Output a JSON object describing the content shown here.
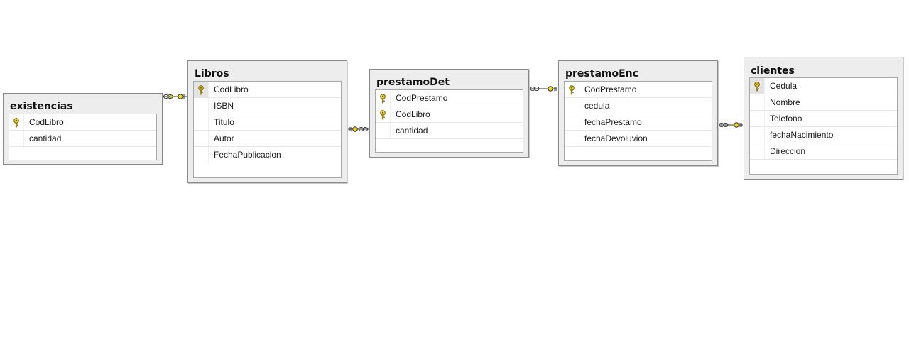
{
  "tables": {
    "existencias": {
      "title": "existencias",
      "columns": [
        {
          "name": "CodLibro",
          "key": true
        },
        {
          "name": "cantidad",
          "key": false
        }
      ]
    },
    "libros": {
      "title": "Libros",
      "columns": [
        {
          "name": "CodLibro",
          "key": true
        },
        {
          "name": "ISBN",
          "key": false
        },
        {
          "name": "Titulo",
          "key": false
        },
        {
          "name": "Autor",
          "key": false
        },
        {
          "name": "FechaPublicacion",
          "key": false
        }
      ]
    },
    "prestamoDet": {
      "title": "prestamoDet",
      "columns": [
        {
          "name": "CodPrestamo",
          "key": true
        },
        {
          "name": "CodLibro",
          "key": true
        },
        {
          "name": "cantidad",
          "key": false
        }
      ]
    },
    "prestamoEnc": {
      "title": "prestamoEnc",
      "columns": [
        {
          "name": "CodPrestamo",
          "key": true
        },
        {
          "name": "cedula",
          "key": false
        },
        {
          "name": "fechaPrestamo",
          "key": false
        },
        {
          "name": "fechaDevoluvion",
          "key": false
        }
      ]
    },
    "clientes": {
      "title": "clientes",
      "columns": [
        {
          "name": "Cedula",
          "key": true
        },
        {
          "name": "Nombre",
          "key": false
        },
        {
          "name": "Telefono",
          "key": false
        },
        {
          "name": "fechaNacimiento",
          "key": false
        },
        {
          "name": "Direccion",
          "key": false
        }
      ]
    }
  },
  "icons": {
    "primary_key": "key-icon",
    "relationship_one": "key-end-icon",
    "relationship_many": "infinity-end-icon"
  },
  "colors": {
    "key_yellow": "#f2d21b",
    "relationship_line": "#333333",
    "table_header_bg": "#ededed"
  }
}
